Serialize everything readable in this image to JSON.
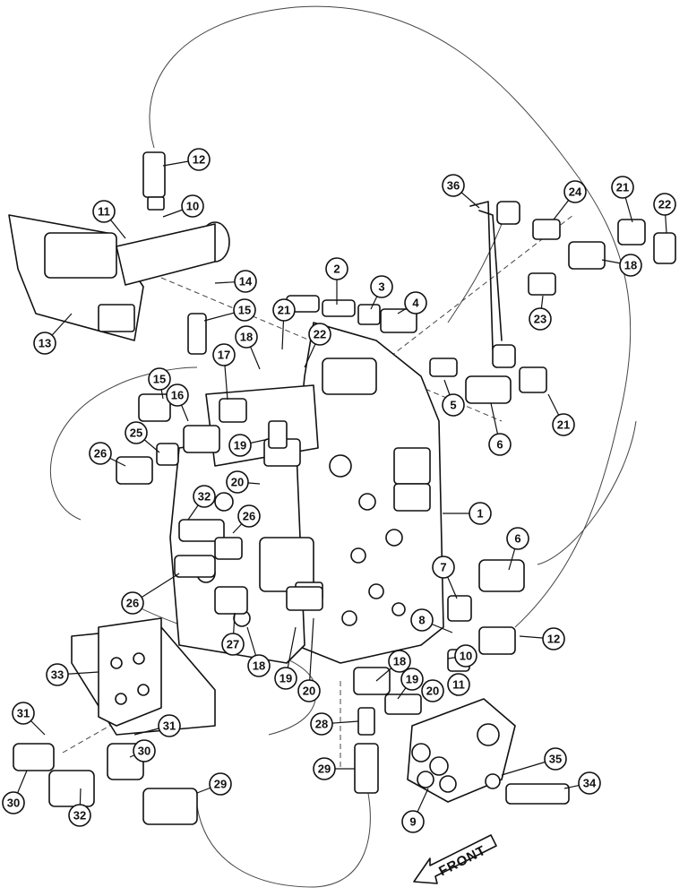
{
  "diagram": {
    "front_label": "FRONT",
    "callouts": [
      "1",
      "2",
      "3",
      "4",
      "5",
      "6",
      "6",
      "7",
      "8",
      "9",
      "10",
      "10",
      "11",
      "11",
      "12",
      "12",
      "13",
      "14",
      "15",
      "15",
      "16",
      "17",
      "18",
      "18",
      "18",
      "18",
      "19",
      "19",
      "19",
      "20",
      "20",
      "20",
      "21",
      "21",
      "21",
      "22",
      "22",
      "23",
      "24",
      "25",
      "26",
      "26",
      "26",
      "27",
      "28",
      "29",
      "29",
      "30",
      "30",
      "31",
      "31",
      "32",
      "32",
      "33",
      "34",
      "35",
      "36"
    ]
  }
}
